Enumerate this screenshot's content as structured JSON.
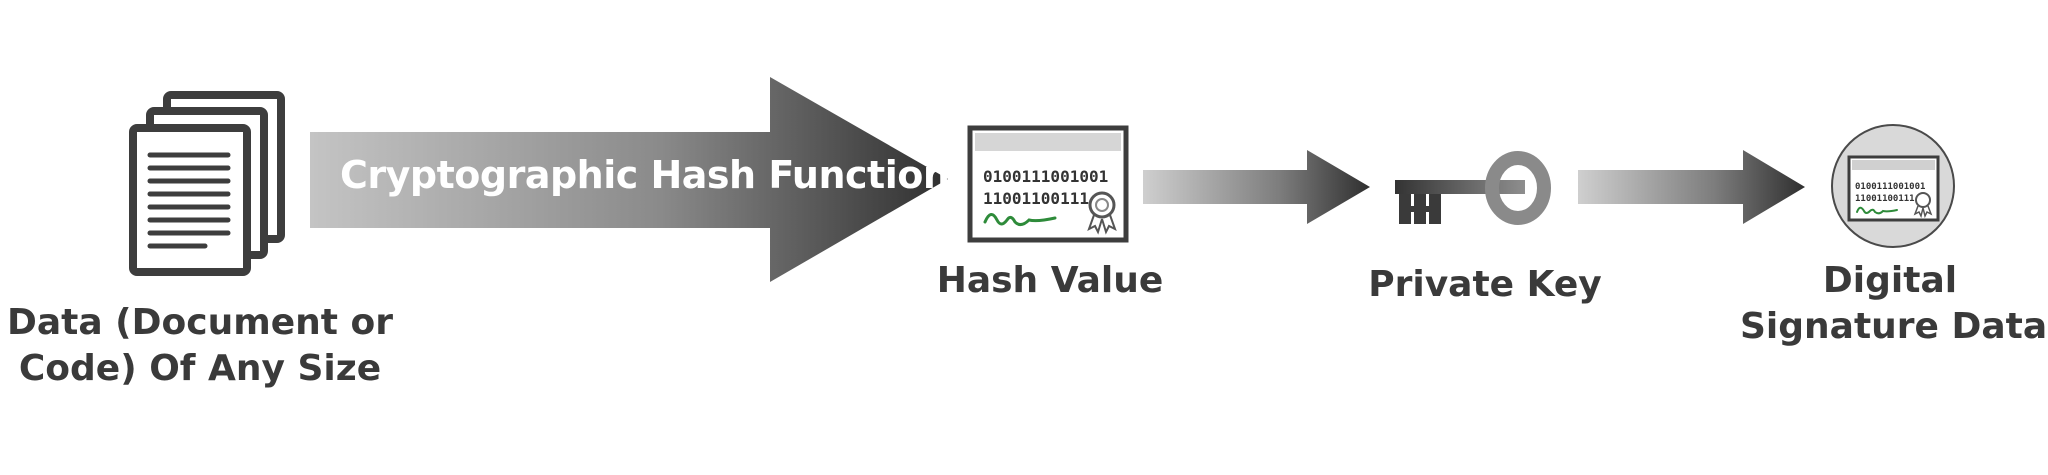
{
  "steps": {
    "data": {
      "line1": "Data (Document or",
      "line2": "Code) Of Any Size"
    },
    "hash_function": {
      "label": "Cryptographic Hash Function"
    },
    "hash_value": {
      "label": "Hash Value",
      "binary_line1": "0100111001001",
      "binary_line2": "11001100111"
    },
    "private_key": {
      "label": "Private Key"
    },
    "signature": {
      "line1": "Digital",
      "line2": "Signature Data",
      "binary_line1": "0100111001001",
      "binary_line2": "11001100111"
    }
  },
  "colors": {
    "icon_dark": "#3d3d3d",
    "arrow_light": "#c8c8c8",
    "arrow_dark": "#3a3a3a",
    "signature_green": "#2e8b3a",
    "circle_bg": "#d9d9d9"
  },
  "icons": [
    "documents-icon",
    "certificate-icon",
    "key-icon",
    "signed-certificate-icon"
  ]
}
